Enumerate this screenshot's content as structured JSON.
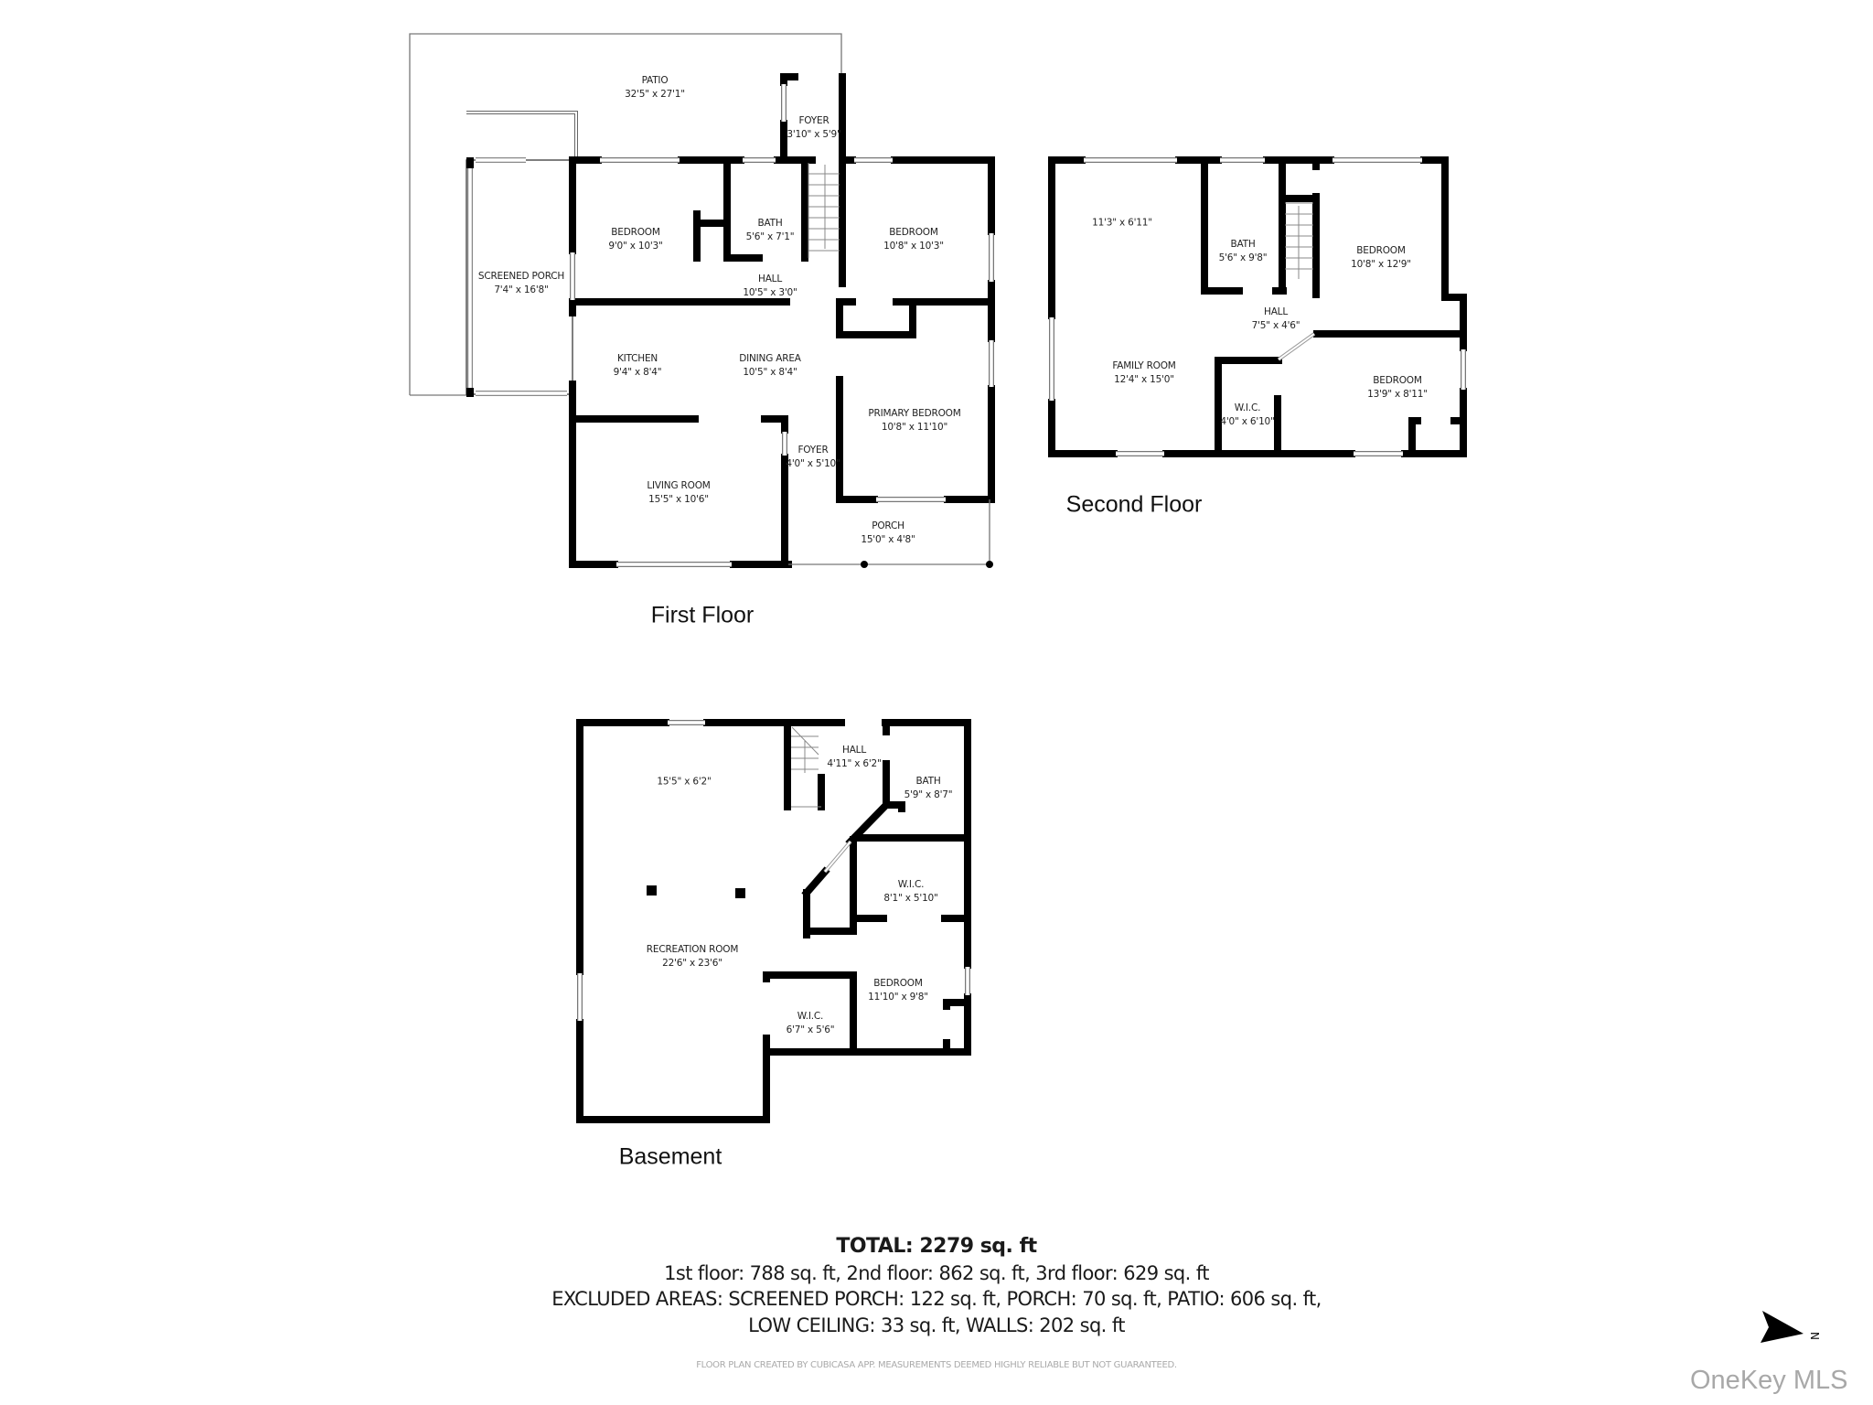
{
  "floors": {
    "first": {
      "title": "First Floor",
      "rooms": [
        {
          "name": "PATIO",
          "dims": "32'5\" x 27'1\""
        },
        {
          "name": "FOYER",
          "dims": "3'10\" x 5'9\""
        },
        {
          "name": "SCREENED PORCH",
          "dims": "7'4\" x 16'8\""
        },
        {
          "name": "BEDROOM",
          "dims": "9'0\" x 10'3\""
        },
        {
          "name": "BATH",
          "dims": "5'6\" x 7'1\""
        },
        {
          "name": "BEDROOM",
          "dims": "10'8\" x 10'3\""
        },
        {
          "name": "HALL",
          "dims": "10'5\" x 3'0\""
        },
        {
          "name": "KITCHEN",
          "dims": "9'4\" x 8'4\""
        },
        {
          "name": "DINING AREA",
          "dims": "10'5\" x 8'4\""
        },
        {
          "name": "PRIMARY BEDROOM",
          "dims": "10'8\" x 11'10\""
        },
        {
          "name": "FOYER",
          "dims": "4'0\" x 5'10\""
        },
        {
          "name": "LIVING ROOM",
          "dims": "15'5\" x 10'6\""
        },
        {
          "name": "PORCH",
          "dims": "15'0\" x 4'8\""
        }
      ]
    },
    "second": {
      "title": "Second Floor",
      "rooms": [
        {
          "name": "",
          "dims": "11'3\" x 6'11\""
        },
        {
          "name": "BATH",
          "dims": "5'6\" x 9'8\""
        },
        {
          "name": "BEDROOM",
          "dims": "10'8\" x 12'9\""
        },
        {
          "name": "HALL",
          "dims": "7'5\" x 4'6\""
        },
        {
          "name": "FAMILY ROOM",
          "dims": "12'4\" x 15'0\""
        },
        {
          "name": "W.I.C.",
          "dims": "4'0\" x 6'10\""
        },
        {
          "name": "BEDROOM",
          "dims": "13'9\" x 8'11\""
        }
      ]
    },
    "basement": {
      "title": "Basement",
      "rooms": [
        {
          "name": "",
          "dims": "15'5\" x 6'2\""
        },
        {
          "name": "HALL",
          "dims": "4'11\" x 6'2\""
        },
        {
          "name": "BATH",
          "dims": "5'9\" x 8'7\""
        },
        {
          "name": "W.I.C.",
          "dims": "8'1\" x 5'10\""
        },
        {
          "name": "RECREATION ROOM",
          "dims": "22'6\" x 23'6\""
        },
        {
          "name": "BEDROOM",
          "dims": "11'10\" x 9'8\""
        },
        {
          "name": "W.I.C.",
          "dims": "6'7\" x 5'6\""
        }
      ]
    }
  },
  "summary": {
    "total": "TOTAL: 2279 sq. ft",
    "floors_line": "1st floor: 788 sq. ft, 2nd floor: 862 sq. ft, 3rd floor: 629 sq. ft",
    "excluded_line": "EXCLUDED AREAS: SCREENED PORCH: 122 sq. ft, PORCH: 70 sq. ft, PATIO: 606 sq. ft,",
    "excluded_line2": "LOW CEILING: 33 sq. ft, WALLS: 202 sq. ft"
  },
  "disclaimer": "FLOOR PLAN CREATED BY CUBICASA APP. MEASUREMENTS DEEMED HIGHLY RELIABLE BUT NOT GUARANTEED.",
  "compass": {
    "label": "N",
    "icon": "north-arrow-icon"
  },
  "brand": "OneKey MLS",
  "colors": {
    "wall": "#000000",
    "thin_line": "#888888",
    "text": "#222222",
    "watermark": "#a8a8a8"
  }
}
